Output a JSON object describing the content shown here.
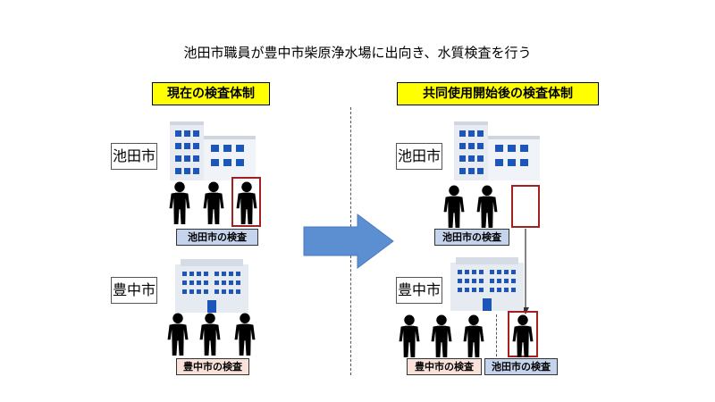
{
  "caption": "池田市職員が豊中市柴原浄水場に出向き、水質検査を行う",
  "left": {
    "header": "現在の検査体制",
    "ikeda": {
      "city": "池田市",
      "label": "池田市の検査"
    },
    "toyonaka": {
      "city": "豊中市",
      "label": "豊中市の検査"
    }
  },
  "right": {
    "header": "共同使用開始後の検査体制",
    "ikeda": {
      "city": "池田市",
      "label": "池田市の検査"
    },
    "toyonaka": {
      "city": "豊中市",
      "label_toyonaka": "豊中市の検査",
      "label_ikeda": "池田市の検査"
    }
  },
  "colors": {
    "header_bg": "#ffff00",
    "arrow": "#5b8fd1",
    "highlight": "#a32020",
    "ikeda_label_bg": "#c5d3ec",
    "toyonaka_label_bg": "#f9e2da"
  },
  "icons": [
    "office-building-icon",
    "person-icon",
    "right-arrow-icon"
  ]
}
